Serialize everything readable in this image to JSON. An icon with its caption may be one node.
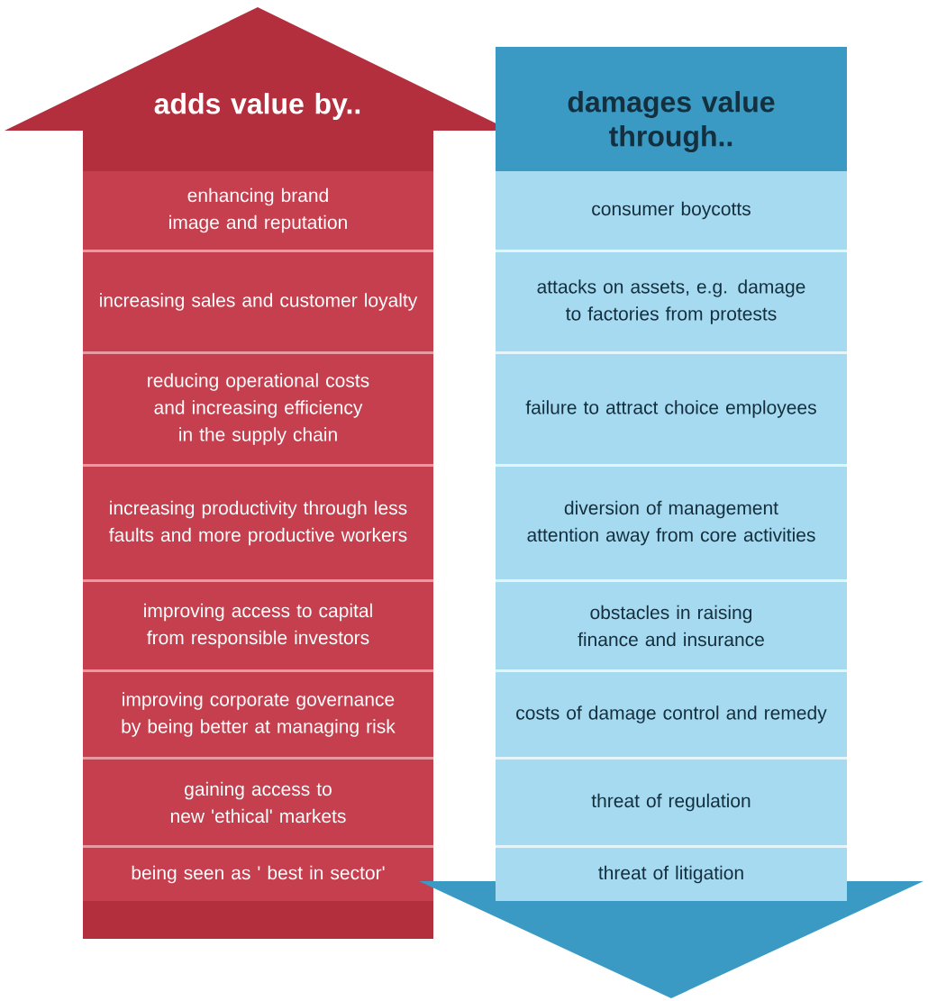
{
  "diagram": {
    "nodes": [
      {
        "text": [
          "adds value by.."
        ]
      },
      {
        "text": [
          "enhancing brand image and reputation"
        ],
        "in": 0
      },
      {
        "text": [
          "increasing sales and customer loyalty"
        ],
        "in": 0
      },
      {
        "text": [
          "reducing operational costs and increasing efficiency in the supply chain"
        ],
        "in": 0
      },
      {
        "text": [
          "increasing productivity through less faults and more productive workers"
        ],
        "in": 0
      },
      {
        "text": [
          "improving access to capital from responsible investors"
        ],
        "in": 0
      },
      {
        "text": [
          "improving corporate governance by being better at managing risk"
        ],
        "in": 0
      },
      {
        "text": [
          "gaining access to new 'ethical' markets"
        ],
        "in": 0
      },
      {
        "text": [
          "being seen as ' best in sector'"
        ],
        "in": 0
      },
      {
        "text": [
          "damages value through.."
        ]
      },
      {
        "text": [
          "consumer boycotts"
        ],
        "in": 9
      },
      {
        "text": [
          "attacks on assets, e.g. damage to factories from protests"
        ],
        "in": 9
      },
      {
        "text": [
          "failure to attract choice employees"
        ],
        "in": 9
      },
      {
        "text": [
          "diversion of management attention away from core activities"
        ],
        "in": 9
      },
      {
        "text": [
          "obstacles in raising finance and insurance"
        ],
        "in": 9
      },
      {
        "text": [
          "costs of damage control and remedy"
        ],
        "in": 9
      },
      {
        "text": [
          "threat of regulation"
        ],
        "in": 9
      },
      {
        "text": [
          "threat of litigation"
        ],
        "in": 9
      }
    ]
  }
}
